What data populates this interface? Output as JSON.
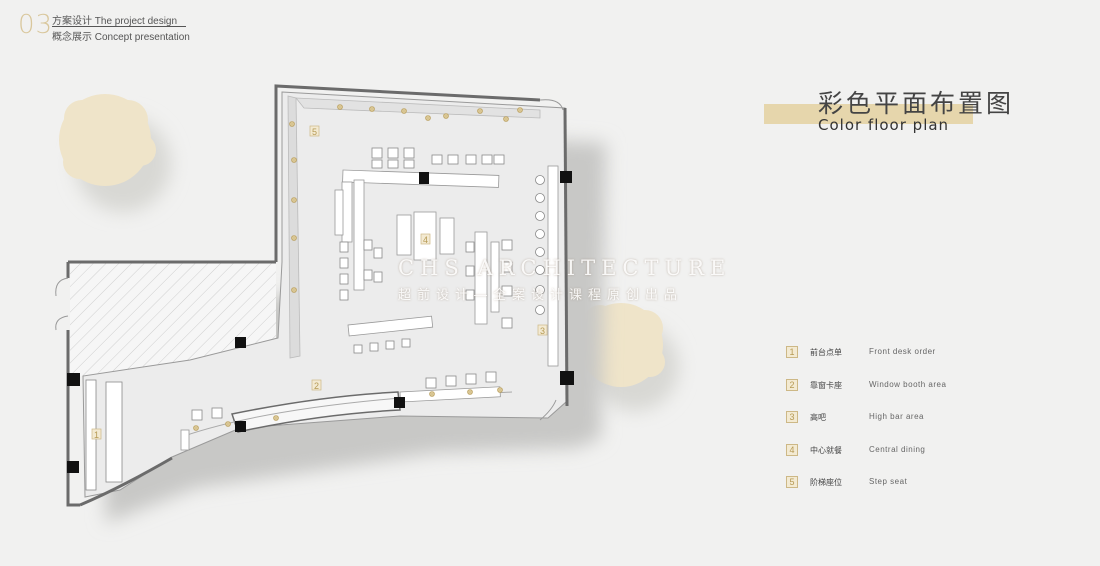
{
  "header": {
    "number": "03",
    "line1": "方案设计 The project design",
    "line2": "概念展示 Concept presentation"
  },
  "title": {
    "cn": "彩色平面布置图",
    "en": "Color floor plan"
  },
  "watermark": {
    "line1": "CHS ARCHITECTURE",
    "line2": "超前设计—全案设计课程原创出品"
  },
  "plan_labels": [
    "5",
    "4",
    "3",
    "2",
    "1"
  ],
  "legend": [
    {
      "num": "1",
      "cn": "前台点单",
      "en": "Front desk order"
    },
    {
      "num": "2",
      "cn": "靠窗卡座",
      "en": "Window booth area"
    },
    {
      "num": "3",
      "cn": "高吧",
      "en": "High bar area"
    },
    {
      "num": "4",
      "cn": "中心就餐",
      "en": "Central dining"
    },
    {
      "num": "5",
      "cn": "阶梯座位",
      "en": "Step seat"
    }
  ],
  "colors": {
    "background": "#f1f1f0",
    "accent_gold": "#e6d6ac",
    "tree": "#efe4c9",
    "wall": "#6b6b6b",
    "column": "#111111"
  }
}
